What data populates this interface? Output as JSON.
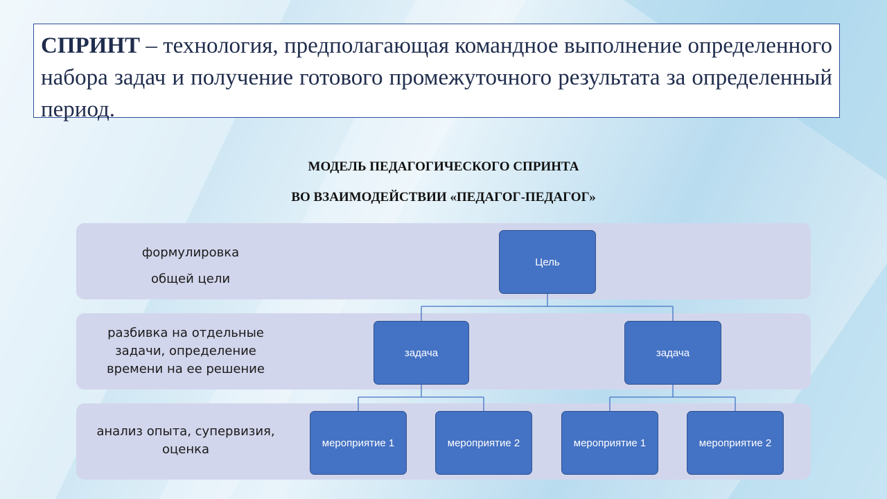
{
  "definition": {
    "term": "СПРИНТ",
    "text": " – технология, предполагающая командное выполнение определенного набора задач и получение готового промежуточного результата за определенный период."
  },
  "title": {
    "line1": "МОДЕЛЬ ПЕДАГОГИЧЕСКОГО СПРИНТА",
    "line2": "ВО ВЗАИМОДЕЙСТВИИ «ПЕДАГОГ-ПЕДАГОГ»"
  },
  "levels": [
    {
      "line1": "формулировка",
      "line2": "общей цели"
    },
    {
      "line1": "разбивка на отдельные",
      "line2": "задачи, определение",
      "line3": "времени на ее решение"
    },
    {
      "line1": "анализ опыта, супервизия,",
      "line2": "оценка"
    }
  ],
  "nodes": {
    "goal": "Цель",
    "task_left": "задача",
    "task_right": "задача",
    "event_1a": "мероприятие 1",
    "event_1b": "мероприятие 2",
    "event_2a": "мероприятие 1",
    "event_2b": "мероприятие 2"
  },
  "colors": {
    "node_fill": "#4472c4",
    "band_fill": "#d2d6ec",
    "connector": "#4472c4"
  }
}
